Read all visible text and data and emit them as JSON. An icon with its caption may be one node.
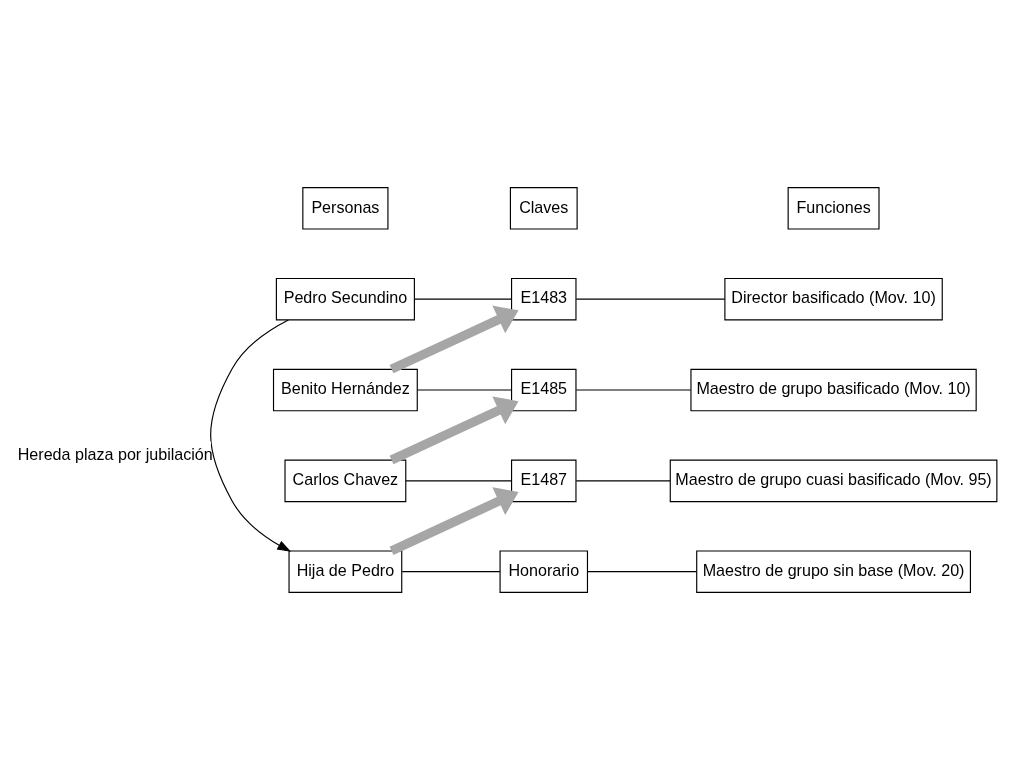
{
  "diagram": {
    "nodes": [
      {
        "text": [
          "Personas"
        ]
      },
      {
        "text": [
          "Claves"
        ]
      },
      {
        "text": [
          "Funciones"
        ]
      },
      {
        "text": [
          "Pedro Secundino"
        ]
      },
      {
        "text": [
          "E1483"
        ]
      },
      {
        "text": [
          "Director basificado (Mov. 10)"
        ]
      },
      {
        "text": [
          "Benito Hernández"
        ]
      },
      {
        "text": [
          "E1485"
        ]
      },
      {
        "text": [
          "Maestro de grupo basificado (Mov. 10)"
        ]
      },
      {
        "text": [
          "Carlos Chavez"
        ]
      },
      {
        "text": [
          "E1487"
        ]
      },
      {
        "text": [
          "Maestro de grupo cuasi basificado (Mov. 95)"
        ]
      },
      {
        "text": [
          "Hija de Pedro"
        ]
      },
      {
        "text": [
          "Honorario"
        ]
      },
      {
        "text": [
          "Maestro de grupo sin base (Mov. 20)"
        ]
      }
    ],
    "edges": [
      {
        "from": 3,
        "to": 4,
        "arrow": "none"
      },
      {
        "from": 4,
        "to": 5,
        "arrow": "none"
      },
      {
        "from": 6,
        "to": 7,
        "arrow": "none"
      },
      {
        "from": 7,
        "to": 8,
        "arrow": "none"
      },
      {
        "from": 9,
        "to": 10,
        "arrow": "none"
      },
      {
        "from": 10,
        "to": 11,
        "arrow": "none"
      },
      {
        "from": 12,
        "to": 13,
        "arrow": "none"
      },
      {
        "from": 13,
        "to": 14,
        "arrow": "none"
      },
      {
        "from": 3,
        "to": 12,
        "arrow": "to",
        "label": "Hereda plaza por jubilación"
      },
      {
        "from": 6,
        "to": 4,
        "arrow": "to",
        "style": "thick",
        "color": "#a6a6a6"
      },
      {
        "from": 9,
        "to": 7,
        "arrow": "to",
        "style": "thick",
        "color": "#a6a6a6"
      },
      {
        "from": 12,
        "to": 10,
        "arrow": "to",
        "style": "thick",
        "color": "#a6a6a6"
      }
    ]
  }
}
